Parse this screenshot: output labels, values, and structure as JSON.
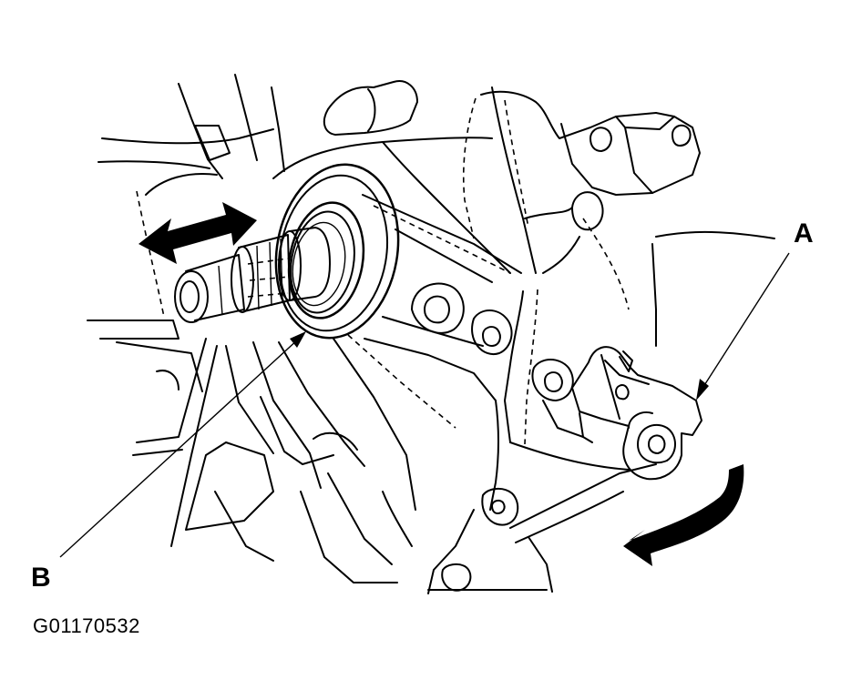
{
  "callouts": {
    "a": "A",
    "b": "B"
  },
  "figure_code": "G01170532",
  "colors": {
    "ink": "#000000",
    "paper": "#ffffff"
  },
  "icons": {
    "slide_arrow": "double-arrow-icon",
    "rotate_arrow": "curved-arrow-icon"
  }
}
